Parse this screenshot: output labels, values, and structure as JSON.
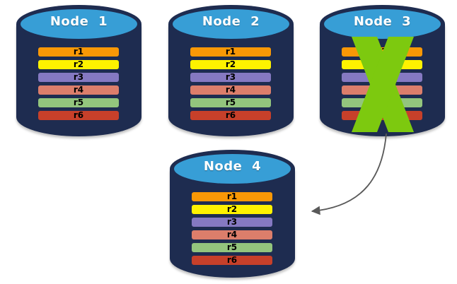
{
  "colors": {
    "cyl-body": "#1E2C50",
    "cyl-top": "#379ED6",
    "title-text": "#FFFFFF",
    "record-text": "#000000",
    "x-green": "#7DC90F",
    "arrow": "#595959",
    "r1": "#F99806",
    "r2": "#FEF200",
    "r3": "#8579C2",
    "r4": "#DC7E6B",
    "r5": "#93C57D",
    "r6": "#C7402A"
  },
  "diagram": {
    "nodes": [
      {
        "label": "Node 1",
        "status": "active",
        "records": [
          "r1",
          "r2",
          "r3",
          "r4",
          "r5",
          "r6"
        ]
      },
      {
        "label": "Node 2",
        "status": "active",
        "records": [
          "r1",
          "r2",
          "r3",
          "r4",
          "r5",
          "r6"
        ]
      },
      {
        "label": "Node 3",
        "status": "failed",
        "records": [
          "r1",
          "r2",
          "r3",
          "r4",
          "r5",
          "r6"
        ]
      },
      {
        "label": "Node 4",
        "status": "active",
        "records": [
          "r1",
          "r2",
          "r3",
          "r4",
          "r5",
          "r6"
        ]
      }
    ],
    "arrow": {
      "from": "Node 3",
      "to": "Node 4"
    }
  }
}
